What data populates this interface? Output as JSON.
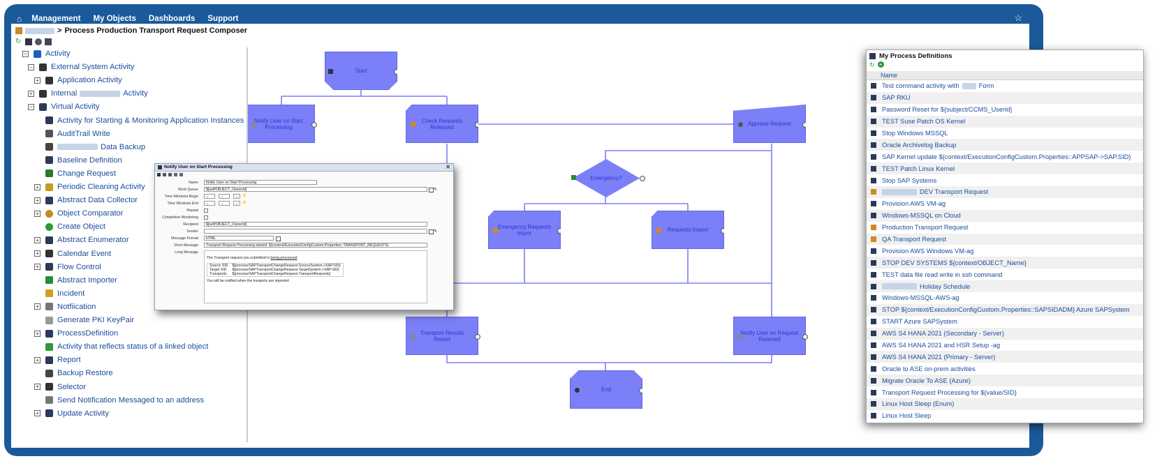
{
  "menu": {
    "items": [
      "Management",
      "My Objects",
      "Dashboards",
      "Support"
    ]
  },
  "breadcrumb": {
    "separator": ">",
    "title": "Process Production Transport Request Composer"
  },
  "tree": [
    {
      "label": "Activity",
      "exp": "-",
      "lvl": 0,
      "icon": "blue-square"
    },
    {
      "label": "External System Activity",
      "exp": "-",
      "lvl": 1,
      "icon": "network"
    },
    {
      "label": "Application Activity",
      "exp": "+",
      "lvl": 2,
      "icon": "gears"
    },
    {
      "label": "Internal",
      "label2": "Activity",
      "exp": "+",
      "lvl": 1,
      "icon": "gears",
      "blur": 58
    },
    {
      "label": "Virtual Activity",
      "exp": "-",
      "lvl": 1,
      "icon": "funnel"
    },
    {
      "label": "Activity for Starting & Monitoring Application Instances",
      "exp": "",
      "lvl": 2,
      "icon": "monitor"
    },
    {
      "label": "AuditTrail Write",
      "exp": "",
      "lvl": 2,
      "icon": "magnifier"
    },
    {
      "label": "Data Backup",
      "exp": "",
      "lvl": 2,
      "icon": "db",
      "blurBefore": 58
    },
    {
      "label": "Baseline Definition",
      "exp": "",
      "lvl": 2,
      "icon": "monitor"
    },
    {
      "label": "Change Request",
      "exp": "",
      "lvl": 2,
      "icon": "green"
    },
    {
      "label": "Periodic Cleaning Activity",
      "exp": "+",
      "lvl": 2,
      "icon": "broom"
    },
    {
      "label": "Abstract Data Collector",
      "exp": "+",
      "lvl": 2,
      "icon": "monitor"
    },
    {
      "label": "Object Comparator",
      "exp": "+",
      "lvl": 2,
      "icon": "people"
    },
    {
      "label": "Create Object",
      "exp": "",
      "lvl": 2,
      "icon": "greenplus"
    },
    {
      "label": "Abstract Enumerator",
      "exp": "+",
      "lvl": 2,
      "icon": "monitor"
    },
    {
      "label": "Calendar Event",
      "exp": "+",
      "lvl": 2,
      "icon": "signal"
    },
    {
      "label": "Flow Control",
      "exp": "+",
      "lvl": 2,
      "icon": "funnel"
    },
    {
      "label": "Abstract Importer",
      "exp": "",
      "lvl": 2,
      "icon": "greenbox"
    },
    {
      "label": "Incident",
      "exp": "",
      "lvl": 2,
      "icon": "spark"
    },
    {
      "label": "Notfiication",
      "exp": "+",
      "lvl": 2,
      "icon": "mail"
    },
    {
      "label": "Generate PKI KeyPair",
      "exp": "",
      "lvl": 2,
      "icon": "doc"
    },
    {
      "label": "ProcessDefinition",
      "exp": "+",
      "lvl": 2,
      "icon": "monitor"
    },
    {
      "label": "Activity that reflects status of a linked object",
      "exp": "",
      "lvl": 2,
      "icon": "flow"
    },
    {
      "label": "Report",
      "exp": "+",
      "lvl": 2,
      "icon": "monitor"
    },
    {
      "label": "Backup Restore",
      "exp": "",
      "lvl": 2,
      "icon": "db"
    },
    {
      "label": "Selector",
      "exp": "+",
      "lvl": 2,
      "icon": "binoculars"
    },
    {
      "label": "Send Notification Messaged to an address",
      "exp": "",
      "lvl": 2,
      "icon": "mail"
    },
    {
      "label": "Update Activity",
      "exp": "+",
      "lvl": 2,
      "icon": "monitor"
    }
  ],
  "nodes": {
    "start": "Start",
    "notify_start": "Notify User on Start Processing",
    "check": "Check Requests Released",
    "approve": "Approve Request",
    "emergency": "Emergency?",
    "emergency_import": "Emergency Requests Impor",
    "requests_import": "Requests Import",
    "transport_report": "Transport Results Report",
    "notify_rejected": "Notify User on Request Rejected",
    "end": "End"
  },
  "dialog": {
    "title": "Notify User on Start Processing",
    "labels": {
      "name": "Name",
      "work_queue": "Work Queue",
      "tw_begin": "Time Windows Begin",
      "tw_end": "Time Windows End",
      "repeat": "Repeat",
      "completion": "Completion Monitoring",
      "recipient": "Recipient",
      "sender": "Sender",
      "format": "Message Format",
      "short": "Short Message",
      "long": "Long Message"
    },
    "values": {
      "name": "Notify User on Start Processing",
      "work_queue": "$[self/OBJECT_OwnerId]",
      "recipient": "$[self/OBJECT_OwnerId]",
      "format": "HTML",
      "short": "Transport Request Processing started: ${context/ExecutionConfigCustom.Properties::TRANSPORT_REQUESTS}"
    },
    "long": {
      "intro": "The Transport request you submitted is",
      "intro_u": "being processed",
      "rows": [
        {
          "k": "Source SID",
          "v": "$[process/SAPTransportChangeRequest.SourceSystem->SAP.SID]"
        },
        {
          "k": "Target SID",
          "v": "$[process/SAPTransportChangeRequest.TargetSystem->SAP.SID]"
        },
        {
          "k": "Transports",
          "v": "$[process/SAPTransportChangeRequest.TransportRequests]"
        }
      ],
      "outro": "You will be notified when the tranports are imported"
    }
  },
  "process_defs": {
    "title": "My Process Definitions",
    "column": "Name",
    "items": [
      {
        "label": "Test command activity with",
        "blur": 20,
        "label2": "Form"
      },
      {
        "label": "SAP RKU"
      },
      {
        "label": "Password Reset for ${subject/CCMS_Userid}"
      },
      {
        "label": "TEST Suse Patch OS Kernel"
      },
      {
        "label": "Stop Windows MSSQL"
      },
      {
        "label": "Oracle Archivelog Backup"
      },
      {
        "label": "SAP Kernel update ${context/ExecutionConfigCustom.Properties::APPSAP->SAP.SID}"
      },
      {
        "label": "TEST Patch Linux Kernel"
      },
      {
        "label": "Stop SAP Systems"
      },
      {
        "label": "DEV Transport Request",
        "blurBefore": 50,
        "wf": true
      },
      {
        "label": "Provision AWS VM-ag"
      },
      {
        "label": "Windows-MSSQL on Cloud"
      },
      {
        "label": "Production Transport Request",
        "wf": true
      },
      {
        "label": "QA Transport Request",
        "wf": true
      },
      {
        "label": "Provision AWS Windows VM-ag"
      },
      {
        "label": "STOP DEV SYSTEMS ${context/OBJECT_Name}"
      },
      {
        "label": "TEST data file read write in ssh command"
      },
      {
        "label": "Holiday Schedule",
        "blurBefore": 50
      },
      {
        "label": "Windows-MSSQL-AWS-ag"
      },
      {
        "label": "STOP ${context/ExecutionConfigCustom.Properties::SAPSIDADM} Azure SAPSystem"
      },
      {
        "label": "START Azure SAPSystem"
      },
      {
        "label": "AWS S4 HANA 2021 (Secondary - Server)"
      },
      {
        "label": "AWS S4 HANA 2021 and HSR Setup -ag"
      },
      {
        "label": "AWS S4 HANA 2021 (Primary - Server)"
      },
      {
        "label": "Oracle to ASE on-prem activities"
      },
      {
        "label": "Migrate Oracle To ASE (Azure)"
      },
      {
        "label": "Transport Request Processing for ${value/SID}"
      },
      {
        "label": "Linux Host Sleep (Enum)"
      },
      {
        "label": "Linux Host Sleep"
      }
    ]
  },
  "colors": {
    "frame": "#1a5a9a",
    "node": "#7b7ff8",
    "link": "#1a4c9c",
    "edge": "#7b7ff8"
  },
  "icons": {
    "home": "home-icon",
    "star": "star-icon",
    "refresh": "refresh-icon",
    "add": "add-icon"
  }
}
